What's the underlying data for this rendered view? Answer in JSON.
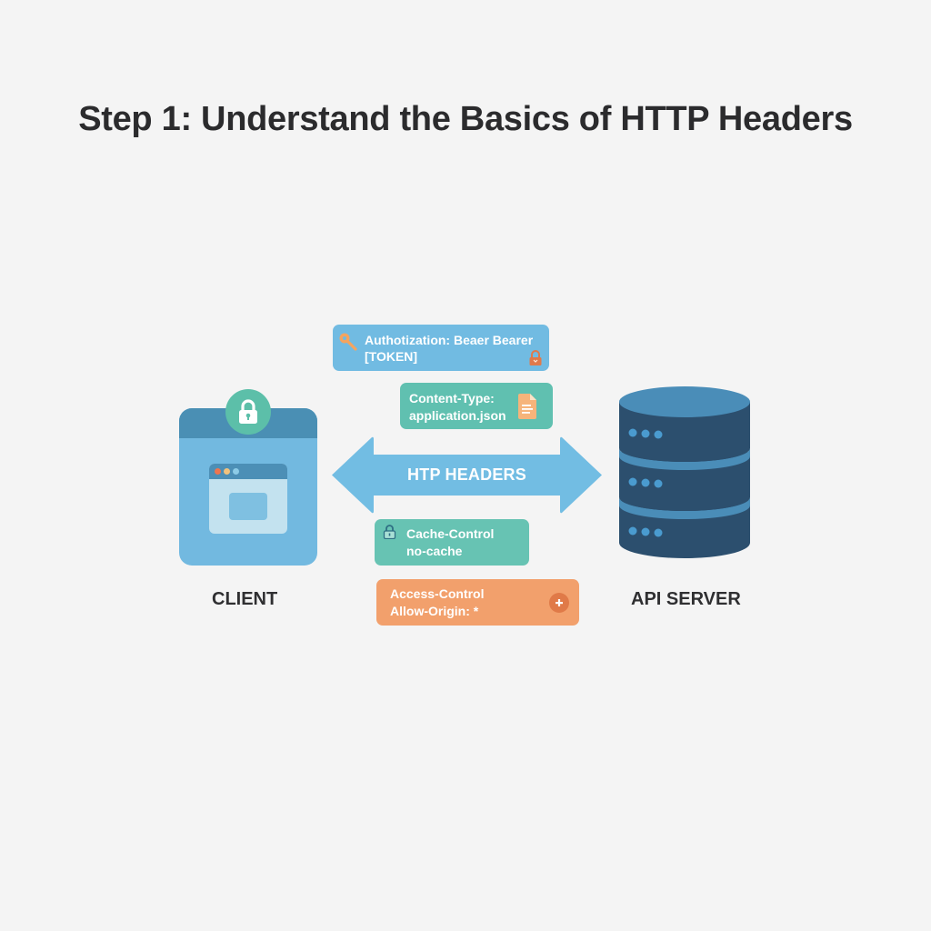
{
  "title": "Step 1: Understand the Basics of HTTP Headers",
  "client": {
    "label": "CLIENT",
    "icons": [
      "lock-icon",
      "browser-window-icon"
    ],
    "window_dots": [
      "#ee7550",
      "#f1c27d",
      "#8dcbe6"
    ]
  },
  "server": {
    "label": "API SERVER",
    "icon": "database-server-icon",
    "tiers": 3
  },
  "arrow": {
    "label": "HTP HEADERS",
    "direction": "bidirectional"
  },
  "headers": [
    {
      "line1": "Authotization: Beaer Bearer",
      "line2": "[TOKEN]",
      "icon": "key-icon",
      "badge_icon": "padlock-icon",
      "color": "#71bbe2"
    },
    {
      "line1": "Content-Type:",
      "line2": "application.json",
      "icon": "document-icon",
      "color": "#60c0b0"
    },
    {
      "line1": "Cache-Control",
      "line2": "no-cache",
      "icon": "lock-icon",
      "color": "#67c3b3"
    },
    {
      "line1": "Access-Control",
      "line2": "Allow-Origin: *",
      "icon": "plus-circle-icon",
      "color": "#f2a06c"
    }
  ],
  "colors": {
    "background": "#f4f4f4",
    "title": "#2b2b2d",
    "client_body": "#72b9e0",
    "client_header": "#4a8fb4",
    "lock_badge": "#5cbfa9",
    "server_body": "#2c4f6e",
    "server_band": "#4a8db8",
    "arrow": "#72bde3",
    "accent_orange": "#e07a48"
  }
}
